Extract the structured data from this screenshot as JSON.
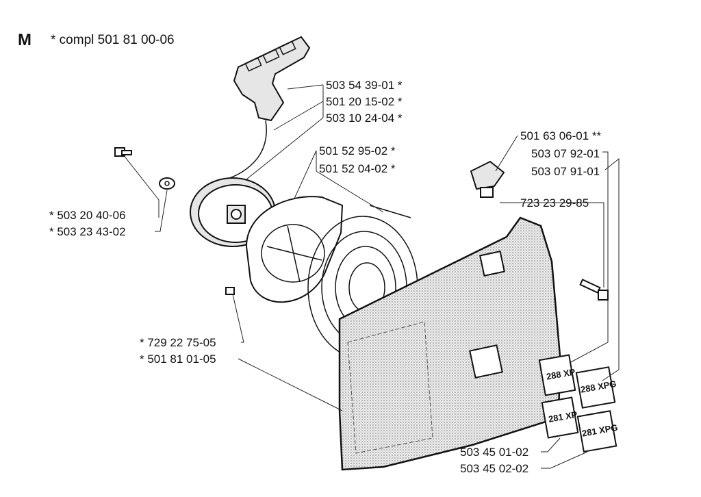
{
  "header": {
    "logo": "M",
    "title": "* compl 501 81 00-06"
  },
  "parts": [
    {
      "text": "503 54 39-01 *"
    },
    {
      "text": "501 20 15-02 *"
    },
    {
      "text": "503 10 24-04 *"
    },
    {
      "text": "501 52 95-02 *"
    },
    {
      "text": "501 52 04-02 *"
    },
    {
      "text": "* 503 20 40-06"
    },
    {
      "text": "* 503 23 43-02"
    },
    {
      "text": "501 63 06-01 **"
    },
    {
      "text": "503 07 92-01"
    },
    {
      "text": "503 07 91-01"
    },
    {
      "text": "723 23 29-85"
    },
    {
      "text": "* 729 22 75-05"
    },
    {
      "text": "* 501 81 01-05"
    },
    {
      "text": "503 45 01-02"
    },
    {
      "text": "503 45 02-02"
    }
  ],
  "stickers": [
    {
      "text": "288 XP"
    },
    {
      "text": "288 XPG"
    },
    {
      "text": "281 XP"
    },
    {
      "text": "281 XPG"
    }
  ],
  "colors": {
    "ink": "#111111",
    "paper": "#ffffff",
    "shade": "#e6e6e6"
  }
}
